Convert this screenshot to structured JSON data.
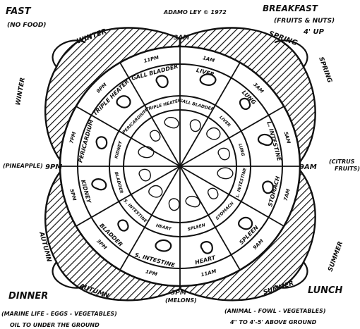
{
  "header": {
    "fast_title": "FAST",
    "fast_note": "(NO FOOD)",
    "author": "ADAMO LEY © 1972",
    "breakfast_title": "BREAKFAST",
    "breakfast_note_1": "(FRUITS & NUTS)",
    "breakfast_note_2": "4' UP"
  },
  "sides": {
    "left_label": "(PINEAPPLE)",
    "right_label_1": "(CITRUS",
    "right_label_2": "FRUITS)"
  },
  "footer": {
    "dinner_title": "DINNER",
    "dinner_note_1": "(MARINE LIFE - EGGS - VEGETABLES)",
    "dinner_note_2": "OIL TO UNDER THE GROUND",
    "lunch_title": "LUNCH",
    "lunch_note_1": "(ANIMAL - FOWL - VEGETABLES)",
    "lunch_note_2": "4\" TO 4'-5' ABOVE GROUND"
  },
  "clock": {
    "top": "3AM",
    "bottom_time": "3PM",
    "bottom_note": "(MELONS)",
    "left": "9PM",
    "right": "9AM"
  },
  "seasons": {
    "winter": "WINTER",
    "winter_side": "WINTER",
    "spring": "SPRING",
    "spring_side": "SPRING",
    "summer": "SUMMER",
    "summer_side": "SUMMER",
    "autumn": "AUTUMN",
    "autumn_side": "AUTUMN"
  },
  "diagram": {
    "organ_labels": [
      "LIVER",
      "LUNG",
      "L. INTESTINE",
      "STOMACH",
      "SPLEEN",
      "HEART",
      "S. INTESTINE",
      "BLADDER",
      "KIDNEY",
      "PERICARDIUM",
      "TRIPLE HEATER",
      "GALL BLADDER"
    ],
    "inner_labels": [
      "GALL BLADDER",
      "LIVER",
      "LUNG",
      "L. INTESTINE",
      "STOMACH",
      "SPLEEN",
      "HEART",
      "S. INTESTINE",
      "BLADDER",
      "KIDNEY",
      "PERICARDIUM",
      "TRIPLE HEATER"
    ],
    "hour_labels": [
      "1AM",
      "3AM",
      "5AM",
      "7AM",
      "9AM",
      "11AM",
      "1PM",
      "3PM",
      "5PM",
      "7PM",
      "9PM",
      "11PM"
    ],
    "time_ticks": [
      "1AM",
      "1AM"
    ]
  }
}
